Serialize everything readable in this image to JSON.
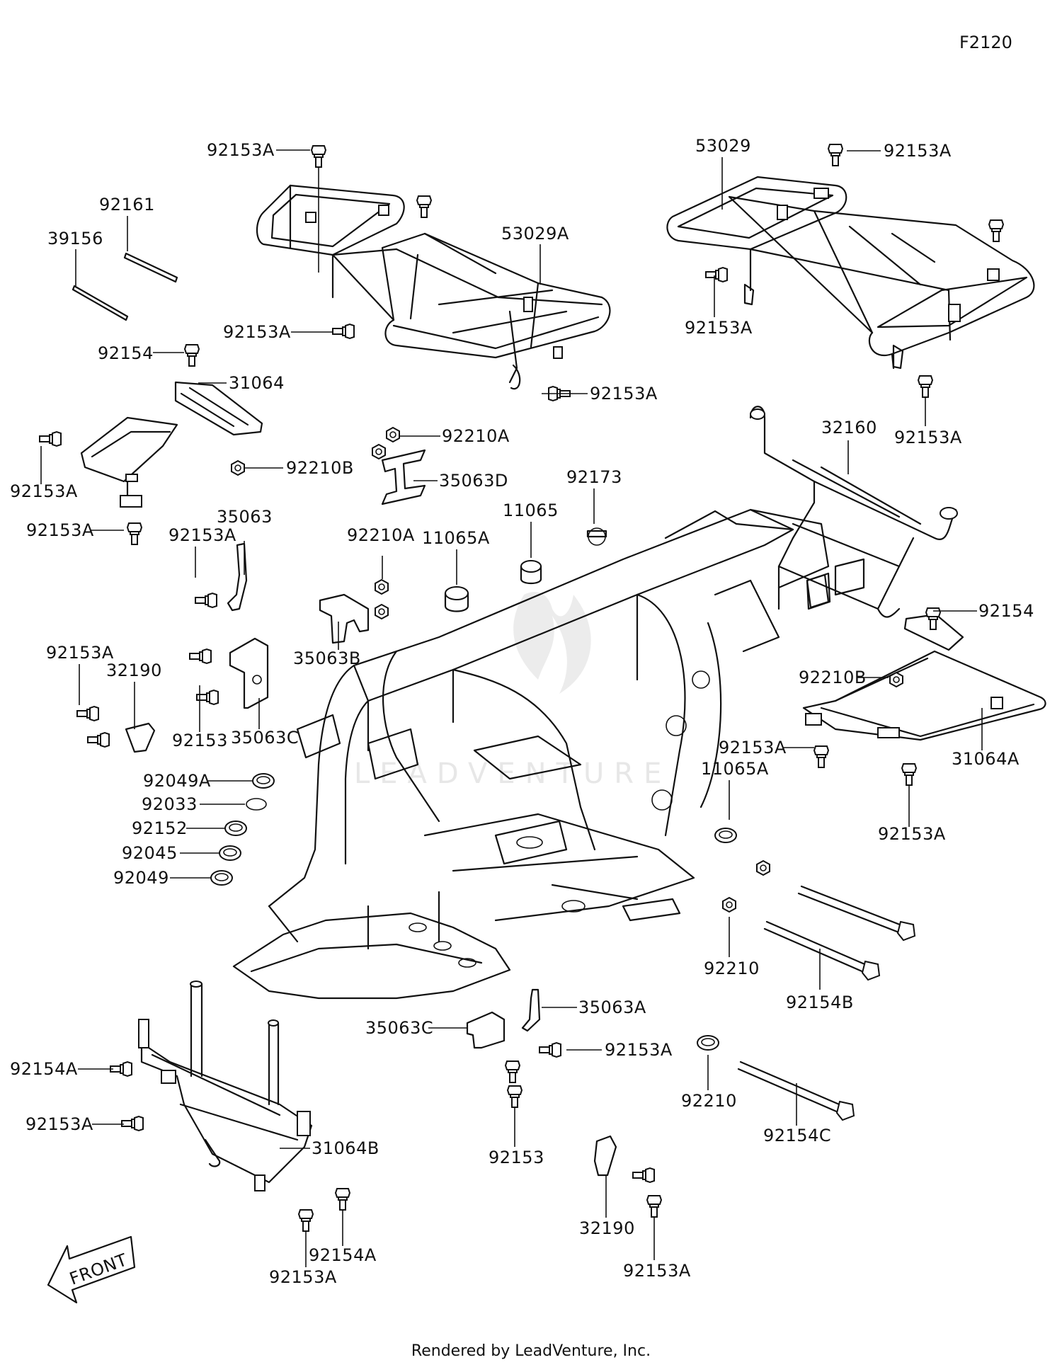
{
  "figure_code": "F2120",
  "footer": "Rendered by LeadVenture, Inc.",
  "watermark": "LEADVENTURE",
  "front_label": "FRONT",
  "labels": {
    "l01": "92153A",
    "l02": "92161",
    "l03": "39156",
    "l04": "53029A",
    "l05": "53029",
    "l06": "92153A",
    "l07": "92153A",
    "l08": "92153A",
    "l09": "92154",
    "l10": "31064",
    "l11": "92153A",
    "l12": "92153A",
    "l13": "92210A",
    "l14": "92210B",
    "l15": "35063D",
    "l16": "92173",
    "l17": "32160",
    "l18": "92153A",
    "l19": "92153A",
    "l20": "35063",
    "l21": "92153A",
    "l22": "11065",
    "l23": "92210A",
    "l24": "11065A",
    "l25": "92154",
    "l26": "92153A",
    "l27": "32190",
    "l28": "35063B",
    "l29": "92153",
    "l30": "35063C",
    "l31": "92210B",
    "l32": "31064A",
    "l33": "92153A",
    "l34": "11065A",
    "l35": "92049A",
    "l36": "92033",
    "l37": "92152",
    "l38": "92045",
    "l39": "92049",
    "l40": "92153A",
    "l41": "92210",
    "l42": "92154B",
    "l43": "35063A",
    "l44": "35063C",
    "l45": "92153A",
    "l46": "92154A",
    "l47": "92210",
    "l48": "92153A",
    "l49": "92154C",
    "l50": "31064B",
    "l51": "92153",
    "l52": "32190",
    "l53": "92154A",
    "l54": "92153A",
    "l55": "92153A"
  }
}
